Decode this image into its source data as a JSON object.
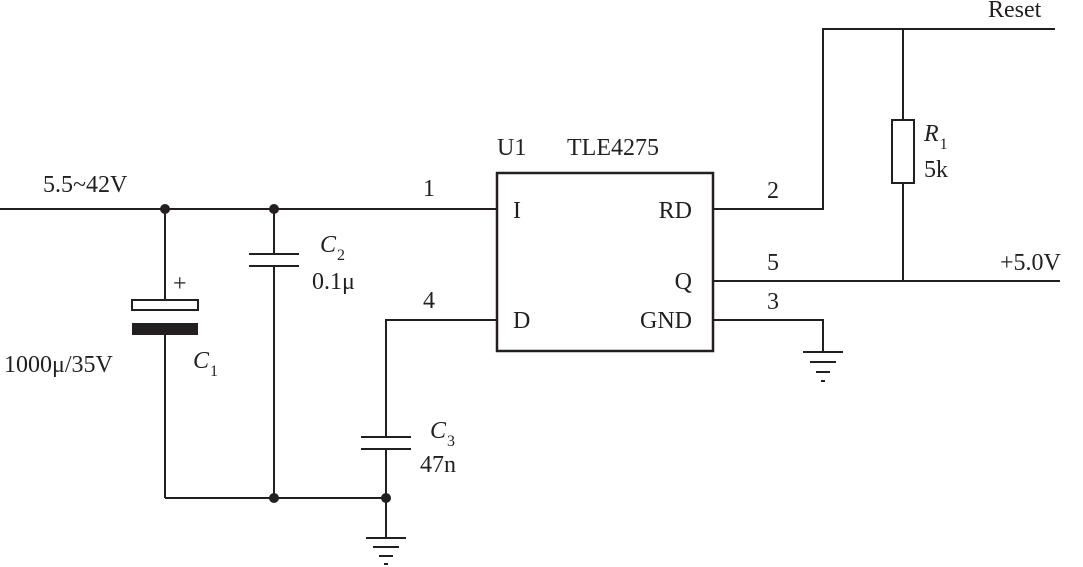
{
  "ic": {
    "designator": "U1",
    "part": "TLE4275",
    "pins": {
      "i": "I",
      "d": "D",
      "rd": "RD",
      "q": "Q",
      "gnd": "GND",
      "n1": "1",
      "n2": "2",
      "n3": "3",
      "n4": "4",
      "n5": "5"
    }
  },
  "labels": {
    "input_voltage": "5.5~42V",
    "output_voltage": "+5.0V",
    "reset": "Reset"
  },
  "components": {
    "c1": {
      "letter": "C",
      "index": "1",
      "value": "1000μ/35V",
      "polarity": "+"
    },
    "c2": {
      "letter": "C",
      "index": "2",
      "value": "0.1μ"
    },
    "c3": {
      "letter": "C",
      "index": "3",
      "value": "47n"
    },
    "r1": {
      "letter": "R",
      "index": "1",
      "value": "5k"
    }
  },
  "colors": {
    "ink": "#231f20",
    "background": "#ffffff"
  }
}
